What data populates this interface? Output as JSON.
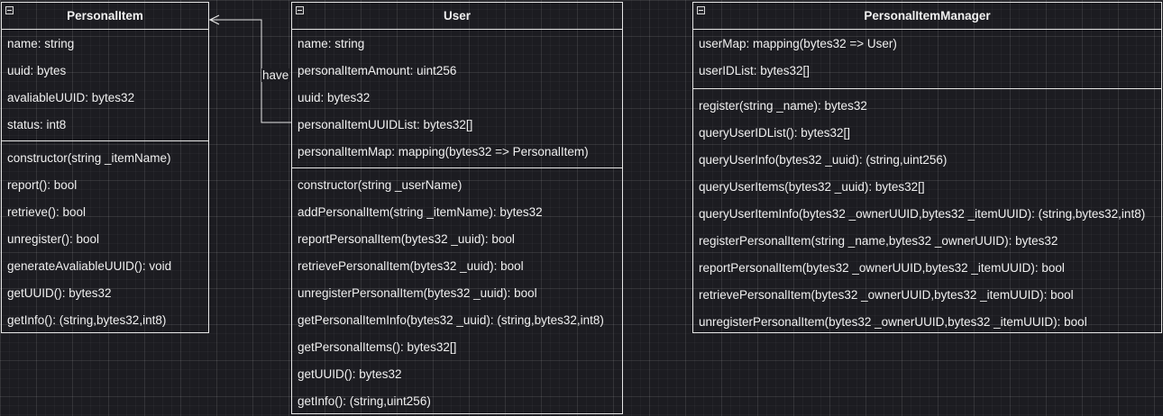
{
  "classes": {
    "personal_item": {
      "name": "PersonalItem",
      "attributes": [
        "name: string",
        "uuid: bytes",
        "avaliableUUID: bytes32",
        "status: int8"
      ],
      "operations": [
        "constructor(string _itemName)",
        "report(): bool",
        "retrieve(): bool",
        "unregister(): bool",
        "generateAvaliableUUID(): void",
        "getUUID(): bytes32",
        "getInfo(): (string,bytes32,int8)"
      ]
    },
    "user": {
      "name": "User",
      "attributes": [
        "name: string",
        "personalItemAmount: uint256",
        "uuid: bytes32",
        "personalItemUUIDList: bytes32[]",
        "personalItemMap: mapping(bytes32 => PersonalItem)"
      ],
      "operations": [
        "constructor(string _userName)",
        "addPersonalItem(string _itemName): bytes32",
        "reportPersonalItem(bytes32 _uuid): bool",
        "retrievePersonalItem(bytes32 _uuid): bool",
        "unregisterPersonalItem(bytes32 _uuid): bool",
        "getPersonalItemInfo(bytes32 _uuid): (string,bytes32,int8)",
        "getPersonalItems(): bytes32[]",
        "getUUID(): bytes32",
        "getInfo(): (string,uint256)"
      ]
    },
    "manager": {
      "name": "PersonalItemManager",
      "attributes": [
        "userMap: mapping(bytes32 => User)",
        "userIDList: bytes32[]"
      ],
      "operations": [
        "register(string _name): bytes32",
        "queryUserIDList(): bytes32[]",
        "queryUserInfo(bytes32 _uuid): (string,uint256)",
        "queryUserItems(bytes32 _uuid): bytes32[]",
        "queryUserItemInfo(bytes32 _ownerUUID,bytes32 _itemUUID): (string,bytes32,int8)",
        "registerPersonalItem(string _name,bytes32 _ownerUUID): bytes32",
        "reportPersonalItem(bytes32 _ownerUUID,bytes32 _itemUUID): bool",
        "retrievePersonalItem(bytes32 _ownerUUID,bytes32 _itemUUID): bool",
        "unregisterPersonalItem(bytes32 _ownerUUID,bytes32 _itemUUID): bool"
      ]
    }
  },
  "association": {
    "label": "have"
  },
  "colors": {
    "background": "#1c1c21",
    "stroke": "#e6e6e6",
    "text": "#f0f0f0"
  }
}
